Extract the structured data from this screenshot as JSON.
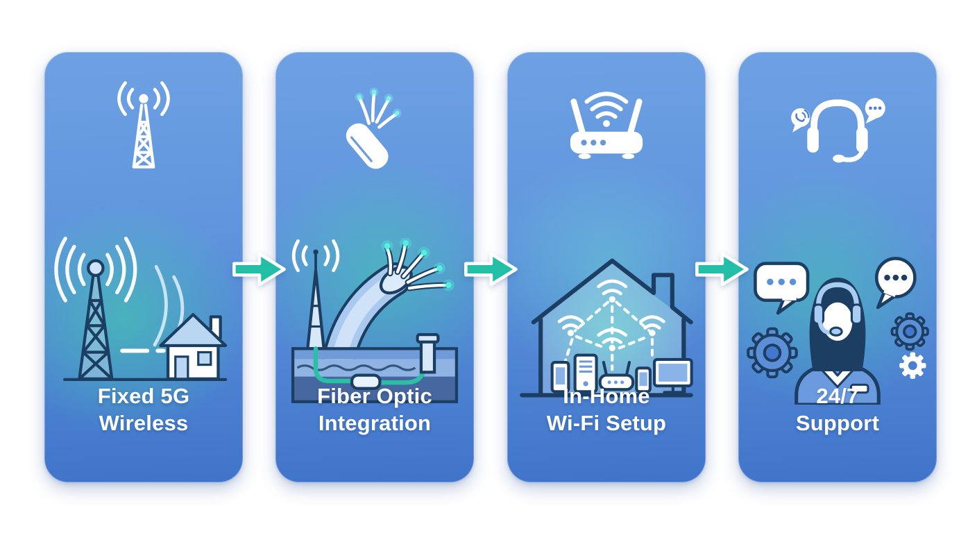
{
  "diagram": {
    "type": "process-flow",
    "direction": "left-to-right",
    "background_color": "#ffffff",
    "steps": [
      {
        "title": "Fixed 5G Wireless",
        "title_lines": [
          "Fixed 5G",
          "Wireless"
        ],
        "top_icon": "cell-tower-signal-icon",
        "illustration": "5g-tower-beaming-to-house-illustration"
      },
      {
        "title": "Fiber Optic Integration",
        "title_lines": [
          "Fiber Optic",
          "Integration"
        ],
        "top_icon": "fiber-optic-cable-icon",
        "illustration": "underground-fiber-cable-with-antenna-illustration"
      },
      {
        "title": "In-Home Wi-Fi Setup",
        "title_lines": [
          "In-Home",
          "Wi-Fi Setup"
        ],
        "top_icon": "wifi-router-icon",
        "illustration": "home-mesh-wifi-devices-illustration"
      },
      {
        "title": "24/7 Support",
        "title_lines": [
          "24/7",
          "Support"
        ],
        "top_icon": "support-headset-icon",
        "illustration": "support-agent-chat-gears-illustration"
      }
    ],
    "connectors": [
      {
        "from": 1,
        "to": 2,
        "icon": "arrow-right-icon"
      },
      {
        "from": 2,
        "to": 3,
        "icon": "arrow-right-icon"
      },
      {
        "from": 3,
        "to": 4,
        "icon": "arrow-right-icon"
      }
    ],
    "colors": {
      "card_gradient_top": "#6ea1e3",
      "card_gradient_bottom": "#3f74ca",
      "card_glow_teal": "#3ed3a8",
      "arrow_fill": "#22bfa6",
      "arrow_outline": "#ffffff",
      "icon_white": "#ffffff",
      "outline_navy": "#1c3e63",
      "light_blue_fill": "#cfe3f7",
      "mid_blue_accent": "#5b8fd6",
      "fiber_glow_cyan": "#55efe0",
      "teal_cable": "#2bbfa6",
      "title_text": "#ffffff"
    }
  }
}
